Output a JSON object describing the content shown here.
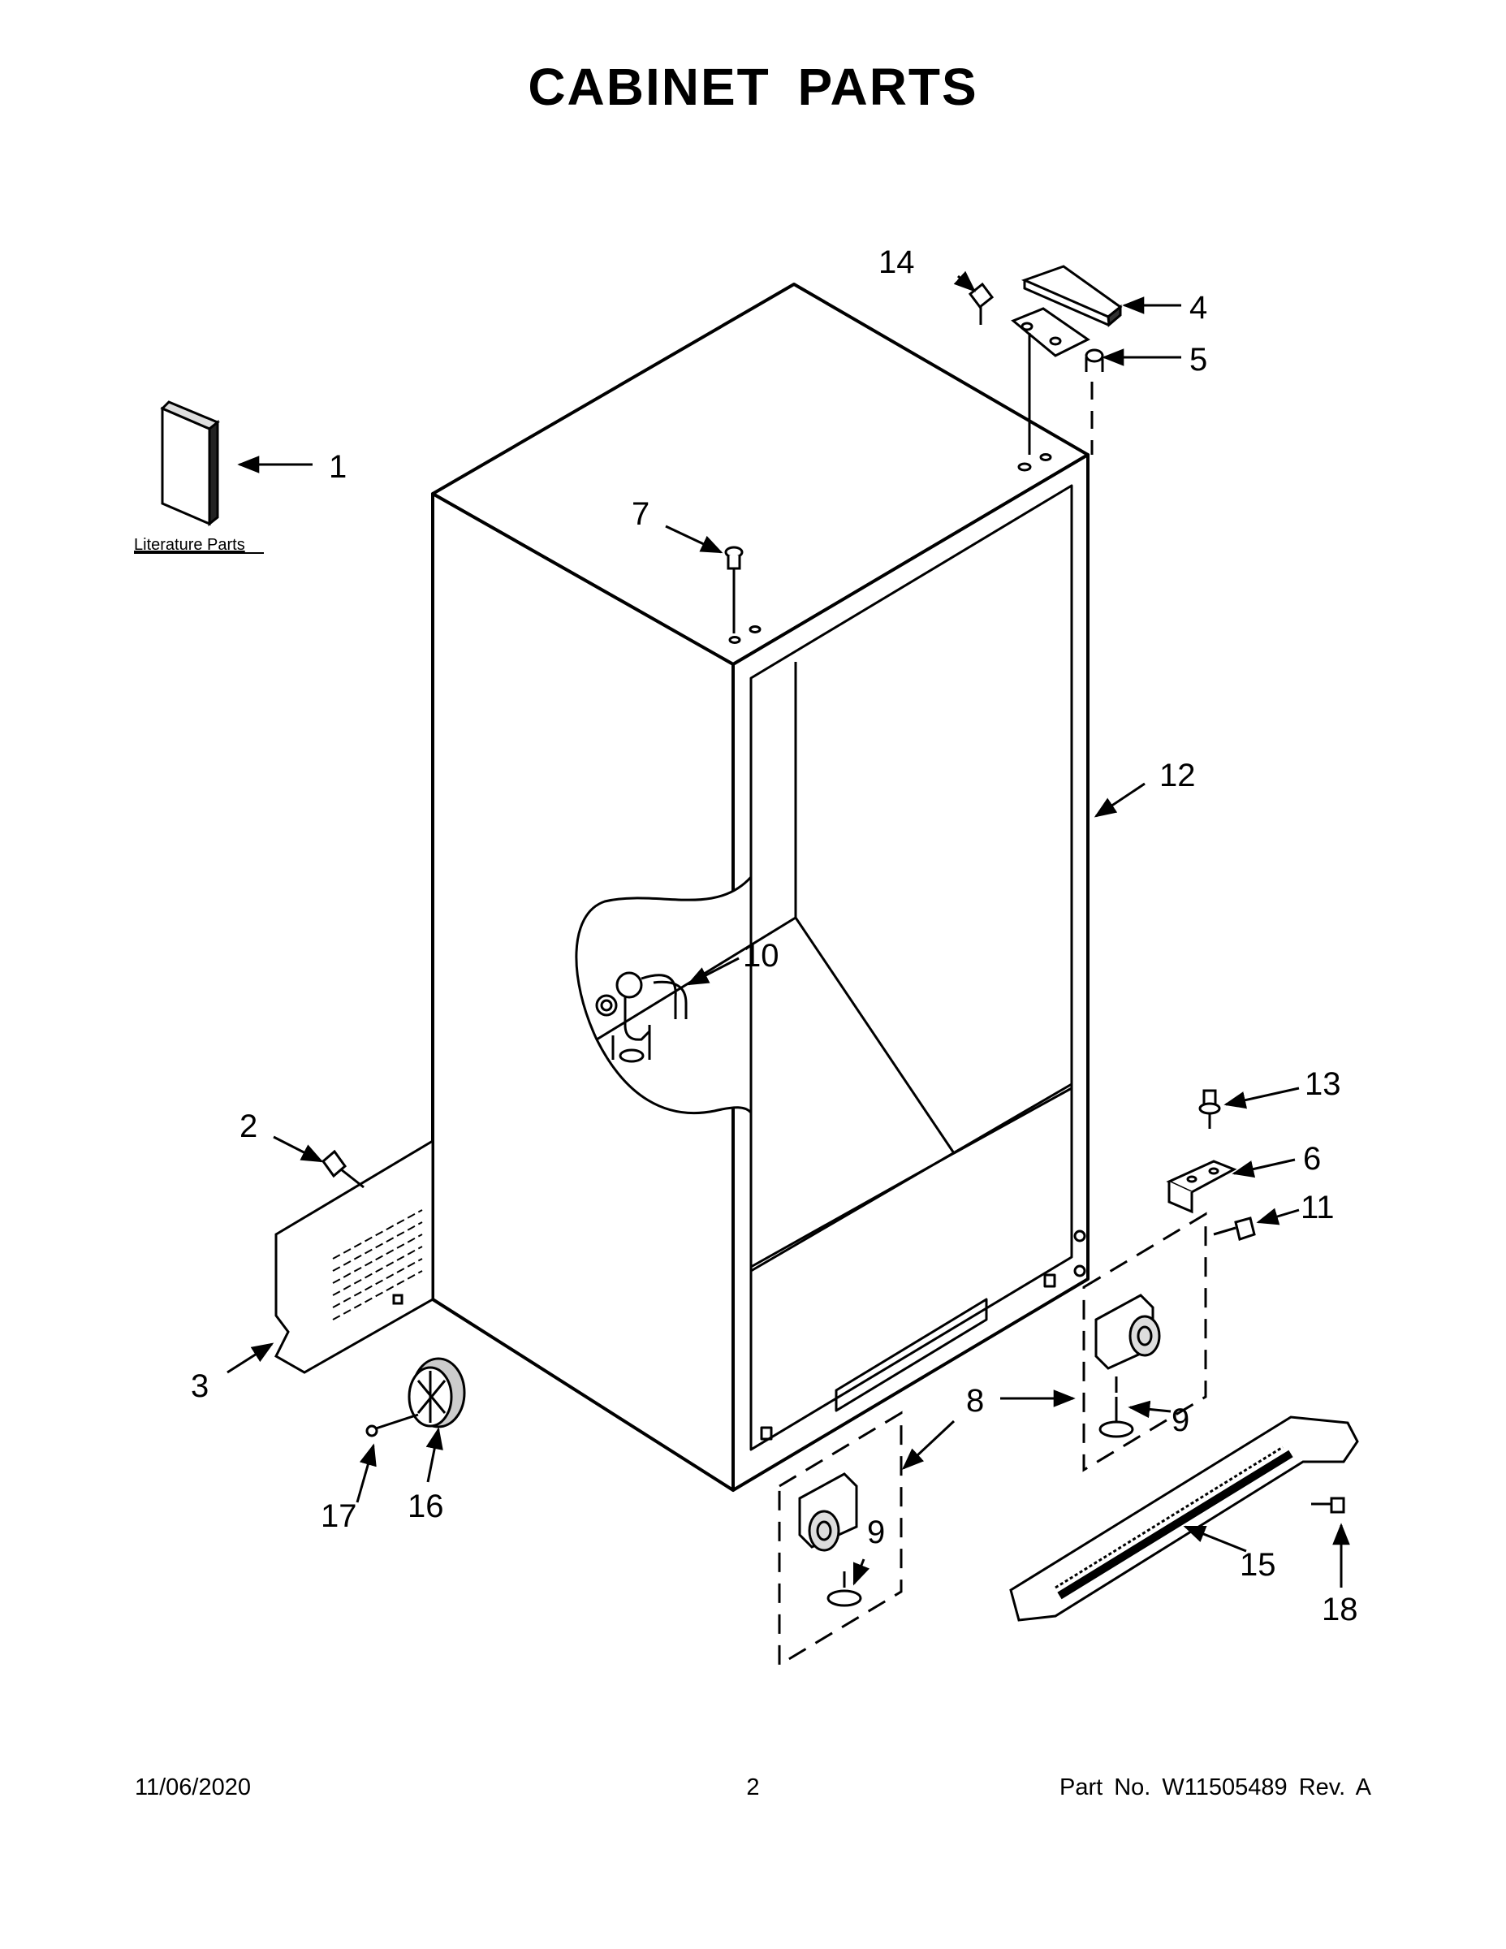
{
  "title": "CABINET PARTS",
  "literature_label": "Literature Parts",
  "callouts": {
    "c1": "1",
    "c2": "2",
    "c3": "3",
    "c4": "4",
    "c5": "5",
    "c6": "6",
    "c7": "7",
    "c8": "8",
    "c9a": "9",
    "c9b": "9",
    "c10": "10",
    "c11": "11",
    "c12": "12",
    "c13": "13",
    "c14": "14",
    "c15": "15",
    "c16": "16",
    "c17": "17",
    "c18": "18"
  },
  "footer": {
    "date": "11/06/2020",
    "page": "2",
    "part": "Part No.  W11505489  Rev.  A"
  }
}
